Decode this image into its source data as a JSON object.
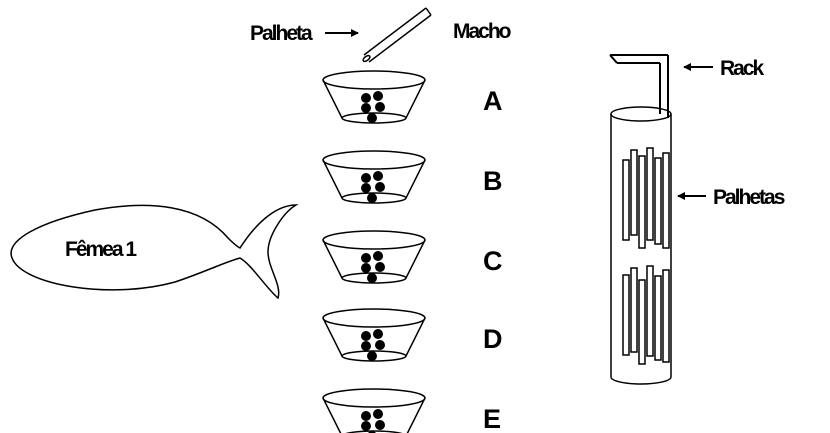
{
  "labels": {
    "palheta": "Palheta",
    "macho": "Macho",
    "femea": "Fêmea 1",
    "rack": "Rack",
    "palhetas": "Palhetas"
  },
  "cups": [
    {
      "letter": "A"
    },
    {
      "letter": "B"
    },
    {
      "letter": "C"
    },
    {
      "letter": "D"
    },
    {
      "letter": "E"
    }
  ],
  "colors": {
    "ink": "#000000",
    "background": "#ffffff"
  }
}
